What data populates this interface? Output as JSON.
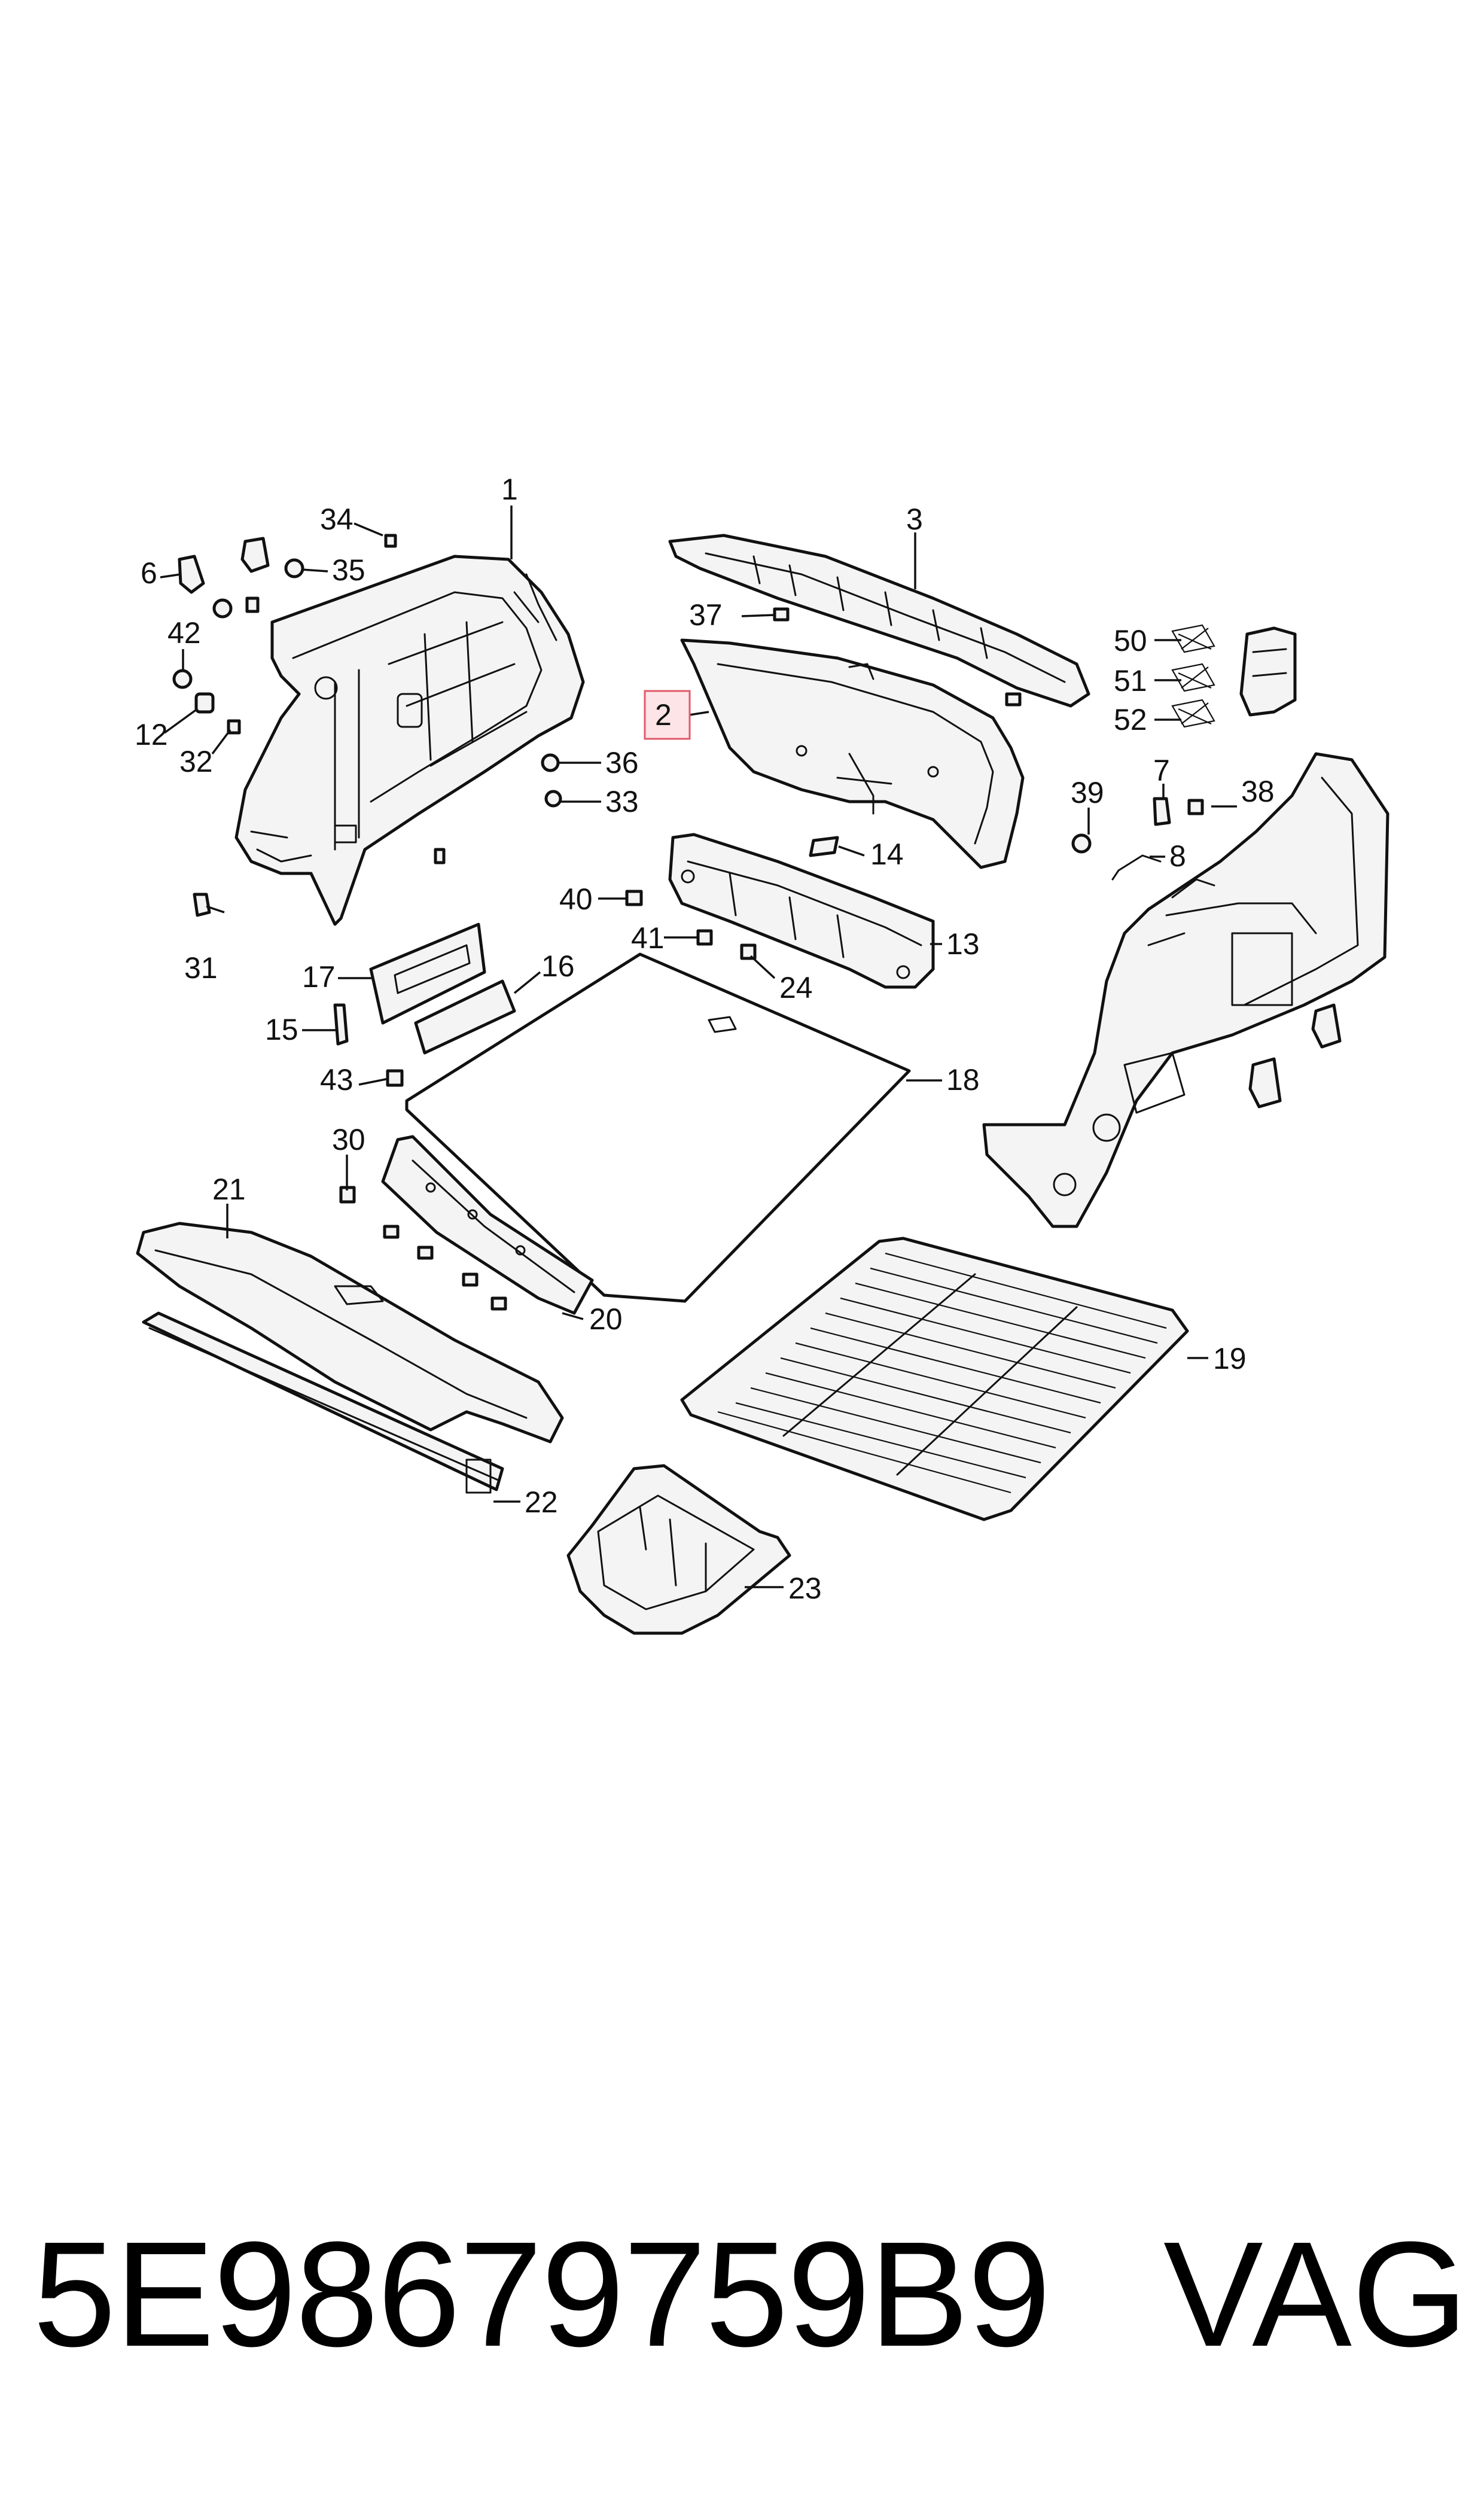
{
  "diagram": {
    "callouts": [
      {
        "id": "1",
        "text": "1"
      },
      {
        "id": "2",
        "text": "2"
      },
      {
        "id": "3",
        "text": "3"
      },
      {
        "id": "6",
        "text": "6"
      },
      {
        "id": "7",
        "text": "7"
      },
      {
        "id": "8",
        "text": "8"
      },
      {
        "id": "12",
        "text": "12"
      },
      {
        "id": "13",
        "text": "13"
      },
      {
        "id": "14",
        "text": "14"
      },
      {
        "id": "15",
        "text": "15"
      },
      {
        "id": "16",
        "text": "16"
      },
      {
        "id": "17",
        "text": "17"
      },
      {
        "id": "18",
        "text": "18"
      },
      {
        "id": "19",
        "text": "19"
      },
      {
        "id": "20",
        "text": "20"
      },
      {
        "id": "21",
        "text": "21"
      },
      {
        "id": "22",
        "text": "22"
      },
      {
        "id": "23",
        "text": "23"
      },
      {
        "id": "24",
        "text": "24"
      },
      {
        "id": "30",
        "text": "30"
      },
      {
        "id": "31",
        "text": "31"
      },
      {
        "id": "32",
        "text": "32"
      },
      {
        "id": "33",
        "text": "33"
      },
      {
        "id": "34",
        "text": "34"
      },
      {
        "id": "35",
        "text": "35"
      },
      {
        "id": "36",
        "text": "36"
      },
      {
        "id": "37",
        "text": "37"
      },
      {
        "id": "38",
        "text": "38"
      },
      {
        "id": "39",
        "text": "39"
      },
      {
        "id": "40",
        "text": "40"
      },
      {
        "id": "41",
        "text": "41"
      },
      {
        "id": "42",
        "text": "42"
      },
      {
        "id": "43",
        "text": "43"
      },
      {
        "id": "50",
        "text": "50"
      },
      {
        "id": "51",
        "text": "51"
      },
      {
        "id": "52",
        "text": "52"
      }
    ],
    "highlighted_callout": "2"
  },
  "footer": {
    "part_number": "5E98679759B9",
    "brand": "VAG"
  }
}
